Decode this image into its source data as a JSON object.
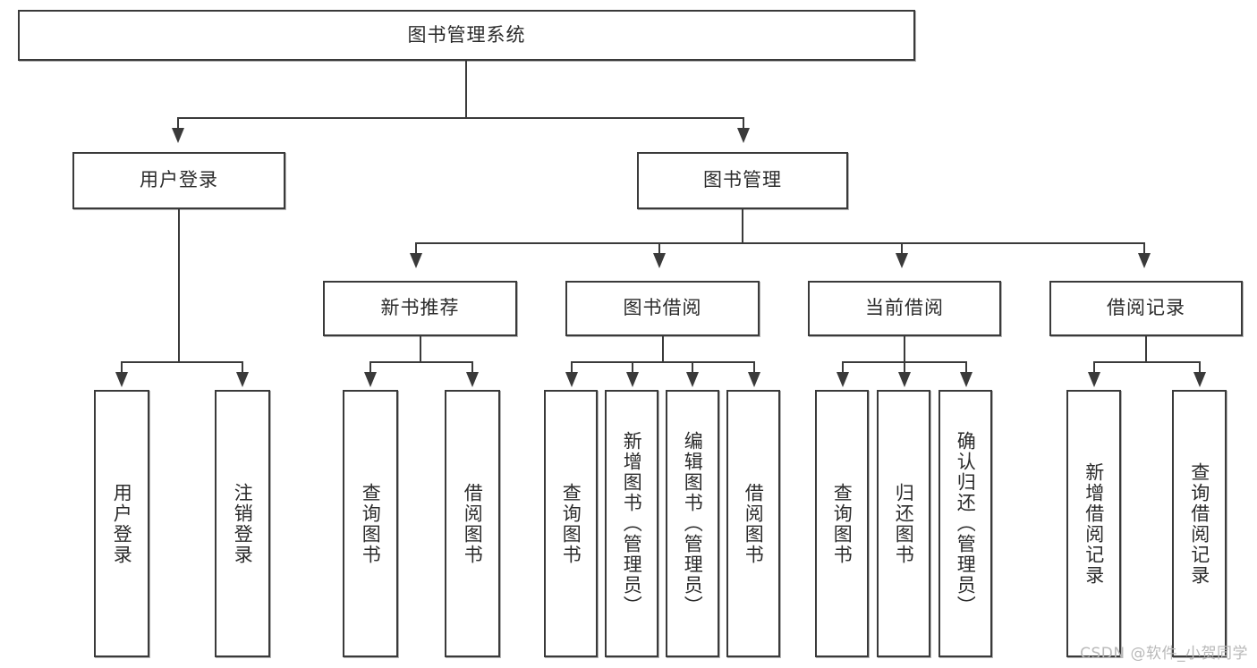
{
  "diagram": {
    "type": "tree",
    "title_node": {
      "label": "图书管理系统"
    },
    "level2": [
      {
        "label": "用户登录"
      },
      {
        "label": "图书管理"
      }
    ],
    "level3": [
      {
        "label": "新书推荐"
      },
      {
        "label": "图书借阅"
      },
      {
        "label": "当前借阅"
      },
      {
        "label": "借阅记录"
      }
    ],
    "leaves": {
      "user_login": [
        {
          "label": "用户登录"
        },
        {
          "label": "注销登录"
        }
      ],
      "new_book_recommend": [
        {
          "label": "查询图书"
        },
        {
          "label": "借阅图书"
        }
      ],
      "book_borrow": [
        {
          "label": "查询图书"
        },
        {
          "label": "新增图书（管理员）"
        },
        {
          "label": "编辑图书（管理员）"
        },
        {
          "label": "借阅图书"
        }
      ],
      "current_borrow": [
        {
          "label": "查询图书"
        },
        {
          "label": "归还图书"
        },
        {
          "label": "确认归还（管理员）"
        }
      ],
      "borrow_record": [
        {
          "label": "新增借阅记录"
        },
        {
          "label": "查询借阅记录"
        }
      ]
    }
  },
  "watermark": {
    "text": "CSDN @软件_小贺同学"
  },
  "colors": {
    "stroke": "#3a3a3a",
    "text": "#2b2b2b",
    "background": "#ffffff",
    "watermark": "#b9b9b9"
  }
}
